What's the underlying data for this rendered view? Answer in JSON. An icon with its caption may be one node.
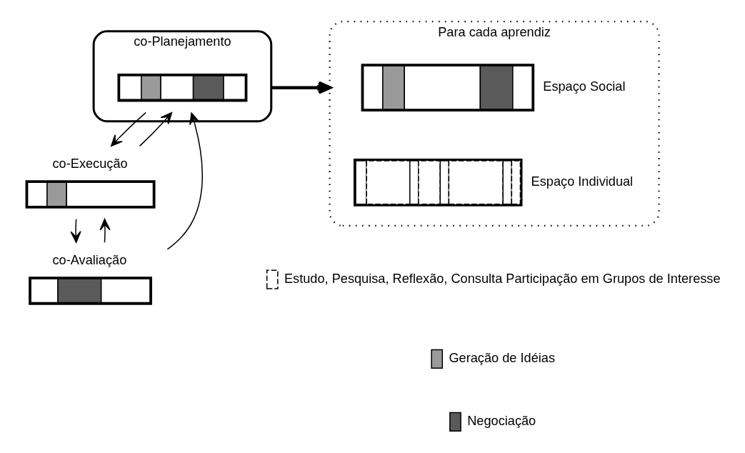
{
  "diagram": {
    "nodes": [
      {
        "text": [
          "co-Planejamento"
        ]
      },
      {
        "text": [],
        "shape": "bar",
        "in": 0
      },
      {
        "text": [
          "co-Execução"
        ]
      },
      {
        "text": [
          "co-Avaliação"
        ]
      },
      {
        "text": [
          "Para cada aprendiz"
        ]
      },
      {
        "text": [],
        "shape": "bar",
        "in": 4,
        "beside": [
          "Espaço Social"
        ]
      },
      {
        "text": [],
        "shape": "bar",
        "in": 4,
        "beside": [
          "Espaço Individual"
        ]
      }
    ],
    "edges": [
      {
        "from": 0,
        "to": 4,
        "arrow": "to",
        "style": "thick"
      },
      {
        "from": 1,
        "to": 2,
        "arrow": "to"
      },
      {
        "from": 2,
        "to": 1,
        "arrow": "to"
      },
      {
        "from": 2,
        "to": 3,
        "arrow": "to"
      },
      {
        "from": 3,
        "to": 1,
        "arrow": "to"
      },
      {
        "from": 3,
        "to": 2,
        "arrow": "to"
      }
    ],
    "legend": [
      {
        "text": "Estudo, Pesquisa, Reflexão, Consulta Participação em Grupos de Interesse"
      },
      {
        "text": "Geração de Idéias"
      },
      {
        "text": "Negociação"
      }
    ]
  }
}
